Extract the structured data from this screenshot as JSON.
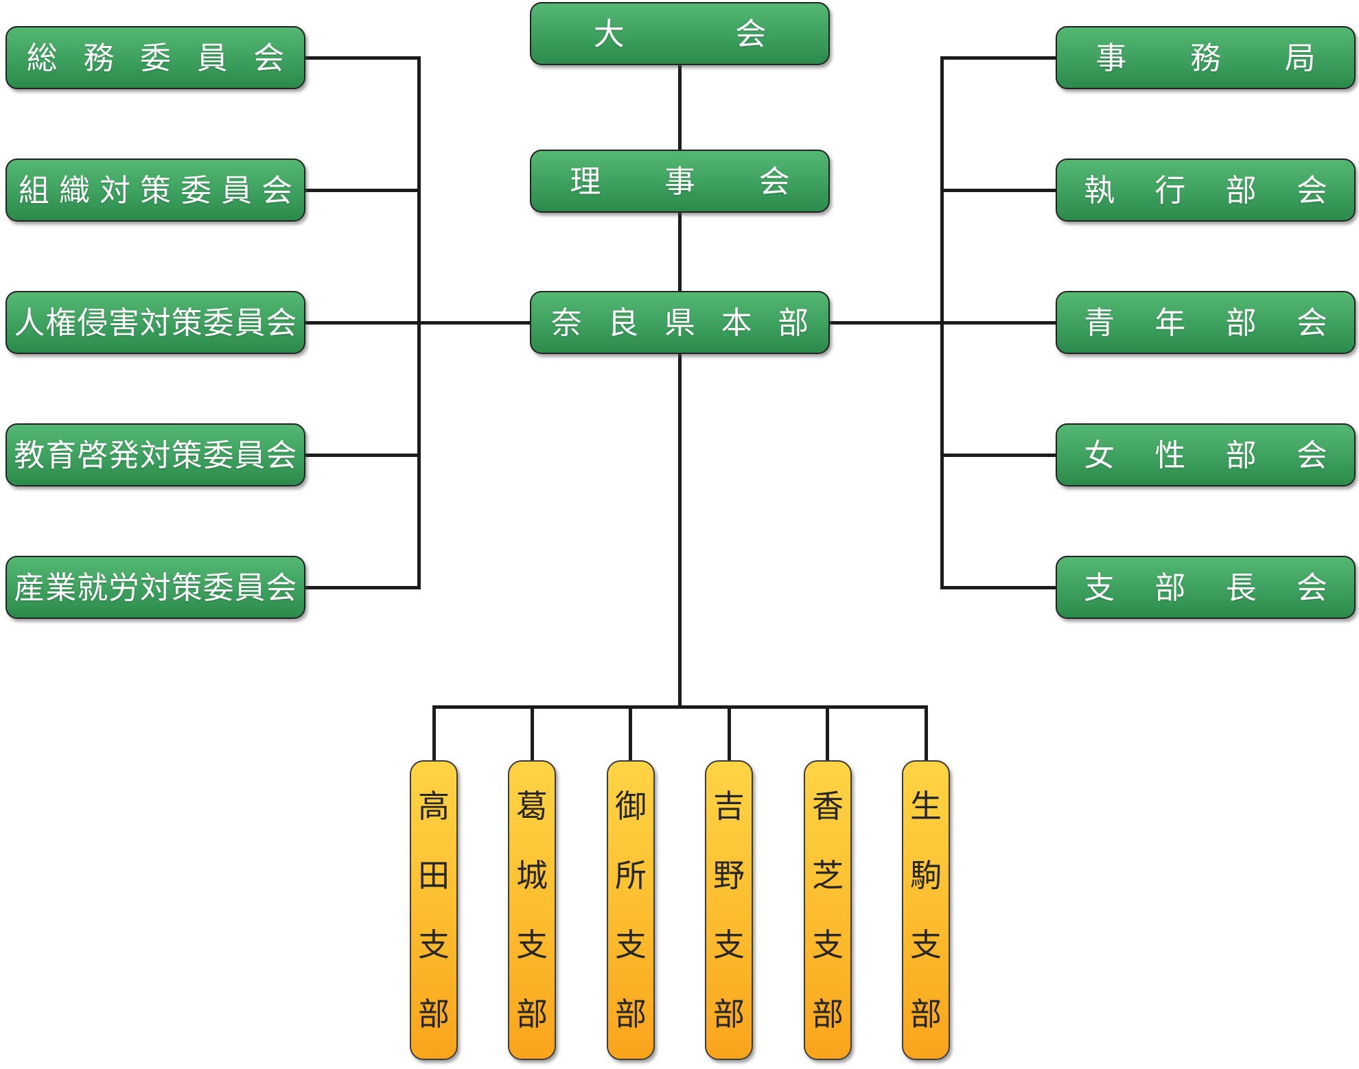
{
  "org": {
    "assembly": {
      "label": "大会"
    },
    "board": {
      "label": "理事会"
    },
    "headquarters": {
      "label": "奈良県本部"
    },
    "committees": [
      {
        "label": "総務委員会"
      },
      {
        "label": "組織対策委員会"
      },
      {
        "label": "人権侵害対策委員会"
      },
      {
        "label": "教育啓発対策委員会"
      },
      {
        "label": "産業就労対策委員会"
      }
    ],
    "councils": [
      {
        "label": "事務局"
      },
      {
        "label": "執行部会"
      },
      {
        "label": "青年部会"
      },
      {
        "label": "女性部会"
      },
      {
        "label": "支部長会"
      }
    ],
    "branches": [
      {
        "label": "高田支部"
      },
      {
        "label": "葛城支部"
      },
      {
        "label": "御所支部"
      },
      {
        "label": "吉野支部"
      },
      {
        "label": "香芝支部"
      },
      {
        "label": "生駒支部"
      }
    ]
  },
  "colors": {
    "node_green_top": "#54b873",
    "node_green_bottom": "#2b8a4b",
    "node_orange_top": "#fed445",
    "node_orange_bottom": "#f9a41c",
    "node_border": "#222222",
    "connector": "#1c1c1c",
    "green_text": "#ffffff",
    "orange_text": "#262626",
    "background": "#ffffff"
  }
}
